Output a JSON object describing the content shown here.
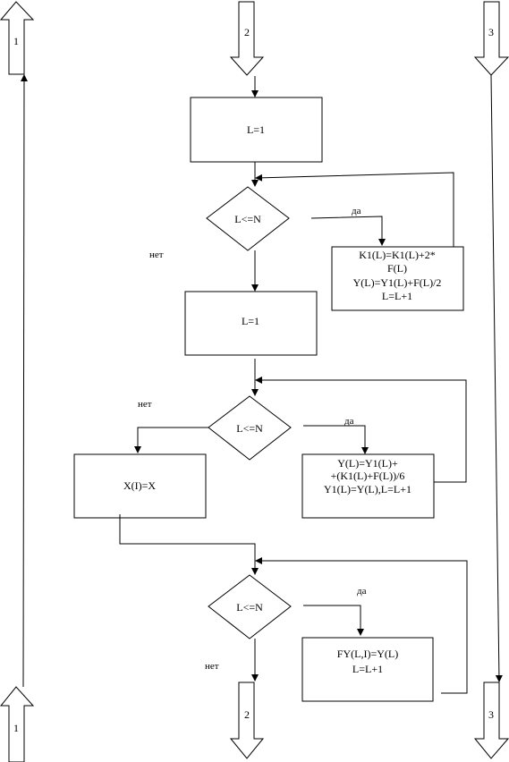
{
  "connectors": {
    "left_top": "1",
    "left_bottom": "1",
    "center_top": "2",
    "center_bottom": "2",
    "right_top": "3",
    "right_bottom": "3"
  },
  "block1": {
    "init": "L=1",
    "condition": "L<=N",
    "yes_label": "да",
    "no_label": "нет",
    "body": [
      "K1(L)=K1(L)+2*",
      "F(L)",
      "Y(L)=Y1(L)+F(L)/2",
      "L=L+1"
    ]
  },
  "block2": {
    "init": "L=1",
    "condition": "L<=N",
    "yes_label": "да",
    "no_label": "нет",
    "body": [
      "Y(L)=Y1(L)+",
      "+(K1(L)+F(L))/6",
      "Y1(L)=Y(L),L=L+1"
    ],
    "exit": "X(I)=X"
  },
  "block3": {
    "condition": "L<=N",
    "yes_label": "да",
    "no_label": "нет",
    "body": [
      "FY(L,I)=Y(L)",
      "L=L+1"
    ]
  }
}
